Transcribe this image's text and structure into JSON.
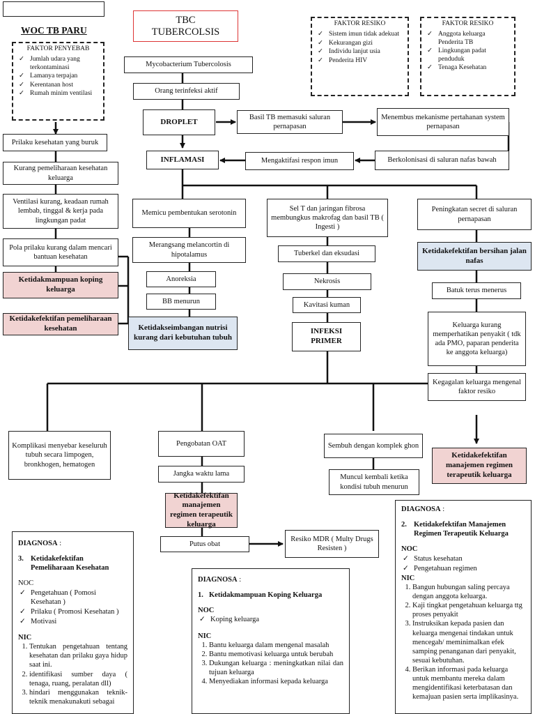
{
  "header": {
    "woc_title": "WOC TB PARU",
    "tbc_title_line1": "TBC",
    "tbc_title_line2": "TUBERCOLSIS"
  },
  "faktor_penyebab": {
    "title": "FAKTOR PENYEBAB",
    "items": [
      "Jumlah udara yang terkontaminasi",
      "Lamanya terpajan",
      "Kerentanan host",
      "Rumah minim ventilasi"
    ]
  },
  "faktor_resiko_1": {
    "title": "FAKTOR RESIKO",
    "items": [
      "Sistem imun tidak adekuat",
      "Kekurangan gizi",
      "Individu lanjut usia",
      "Penderita HIV"
    ]
  },
  "faktor_resiko_2": {
    "title": "FAKTOR RESIKO",
    "items": [
      "Anggota keluarga Penderita TB",
      "Lingkungan padat penduduk",
      "Tenaga Kesehatan"
    ]
  },
  "nodes": {
    "myco": "Mycobacterium Tubercolosis",
    "orang": "Orang terinfeksi aktif",
    "droplet": "DROPLET",
    "basil_masuk": "Basil TB memasuki saluran pernapasan",
    "menembus": "Menembus mekanisme pertahanan system pernapasan",
    "inflamasi": "INFLAMASI",
    "mengaktifasi": "Mengaktifasi respon imun",
    "berkolonisasi": "Berkolonisasi di saluran nafas bawah",
    "prilaku": "Prilaku kesehatan yang buruk",
    "kurang_pemeliharaan": "Kurang pemeliharaan kesehatan keluarga",
    "ventilasi": "Ventilasi kurang, keadaan rumah lembab, tinggal & kerja pada lingkungan padat",
    "pola": "Pola prilaku kurang dalam mencari bantuan kesehatan",
    "dx_koping": "Ketidakmampuan koping keluarga",
    "dx_pemeliharaan": "Ketidakefektifan pemeliharaan kesehatan",
    "serotonin": "Memicu pembentukan serotonin",
    "melancortin": "Merangsang melancortin di hipotalamus",
    "anoreksia": "Anoreksia",
    "bb": "BB menurun",
    "dx_nutrisi": "Ketidakseimbangan nutrisi kurang dari kebutuhan tubuh",
    "sel_t": "Sel T dan jaringan fibrosa membungkus makrofag dan basil TB ( Ingesti )",
    "tuberkel": "Tuberkel dan eksudasi",
    "nekrosis": "Nekrosis",
    "kavitasi": "Kavitasi kuman",
    "infeksi_primer": "INFEKSI PRIMER",
    "secret": "Peningkatan secret di saluran pernapasan",
    "dx_jalan_nafas": "Ketidakefektifan bersihan jalan nafas",
    "batuk": "Batuk terus menerus",
    "keluarga_kurang": "Keluarga kurang memperhatikan penyakit ( tdk ada PMO, paparan penderita ke anggota keluarga)",
    "kegagalan": "Kegagalan keluarga mengenal faktor resiko",
    "komplikasi": "Komplikasi menyebar keseluruh tubuh secara limpogen, bronkhogen, hematogen",
    "pengobatan": "Pengobatan OAT",
    "jangka": "Jangka waktu lama",
    "dx_regimen_mid": "Ketidakefektifan manajemen regimen terapeutik keluarga",
    "putus": "Putus obat",
    "resiko_mdr": "Resiko MDR ( Multy Drugs Resisten )",
    "sembuh": "Sembuh dengan komplek ghon",
    "muncul": "Muncul kembali ketika kondisi tubuh menurun",
    "dx_regimen_right": "Ketidakefektifan manajemen regimen terapeutik keluarga"
  },
  "diagnosa_left": {
    "heading": "DIAGNOSA",
    "num": "3.",
    "title": "Ketidakefektifan Pemeliharaan Kesehatan",
    "noc_label": "NOC",
    "noc": [
      "Pengetahuan ( Pomosi Kesehatan )",
      "Prilaku ( Promosi Kesehatan )",
      "Motivasi"
    ],
    "nic_label": "NIC",
    "nic": [
      "Tentukan pengetahuan tentang kesehatan dan prilaku gaya hidup saat ini.",
      "identifikasi sumber daya ( tenaga, ruang, peralatan dll)",
      "hindari menggunakan teknik-teknik menakunakuti sebagai"
    ]
  },
  "diagnosa_mid": {
    "heading": "DIAGNOSA",
    "num": "1.",
    "title": "Ketidakmampuan Koping Keluarga",
    "noc_label": "NOC",
    "noc": [
      "Koping keluarga"
    ],
    "nic_label": "NIC",
    "nic": [
      "Bantu keluarga dalam mengenal masalah",
      "Bantu memotivasi keluarga untuk berubah",
      "Dukungan keluarga : meningkatkan nilai dan tujuan keluarga",
      "Menyediakan informasi kepada keluarga"
    ]
  },
  "diagnosa_right": {
    "heading": "DIAGNOSA",
    "num": "2.",
    "title": "Ketidakefektifan Manajemen Regimen Terapeutik Keluarga",
    "noc_label": "NOC",
    "noc": [
      "Status kesehatan",
      "Pengetahuan regimen"
    ],
    "nic_label": "NIC",
    "nic": [
      "Bangun hubungan saling percaya dengan anggota keluarga.",
      "Kaji tingkat pengetahuan keluarga ttg proses penyakit",
      "Instruksikan kepada pasien dan keluarga mengenai tindakan untuk mencegah/ meminimalkan efek samping penanganan dari penyakit, sesuai kebutuhan.",
      "Berikan informasi pada keluarga untuk membantu mereka dalam mengidentifikasi keterbatasan dan kemajuan pasien serta implikasinya."
    ]
  }
}
